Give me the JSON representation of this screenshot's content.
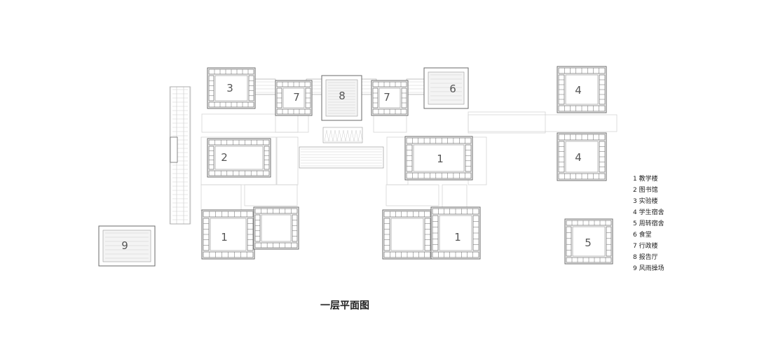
{
  "colors": {
    "line": "#9a9a9a",
    "line_light": "#d4d4d4",
    "room": "#cfcfcf",
    "dark": "#6a6a6a",
    "label": "#555555",
    "text": "#222222"
  },
  "building_labels": {
    "b1": "1",
    "b2": "2",
    "b3": "3",
    "b4": "4",
    "b5": "5",
    "b6": "6",
    "b7": "7",
    "b8": "8",
    "b9": "9"
  },
  "legend": [
    "1 教学楼",
    "2 图书馆",
    "3 实验楼",
    "4 学生宿舍",
    "5 周转宿舍",
    "6 食堂",
    "7 行政楼",
    "8 报告厅",
    "9 风雨操场"
  ],
  "title": "一层平面图"
}
